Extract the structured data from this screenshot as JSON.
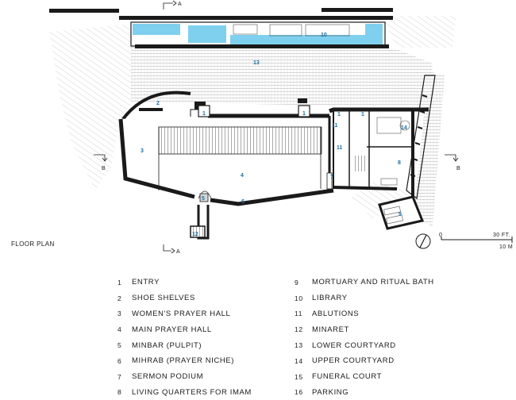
{
  "title": "FLOOR PLAN",
  "colors": {
    "ink": "#1a1a1a",
    "water": "#7fd0ee",
    "water_deep": "#38a7d6",
    "hatch": "#b3b3b3",
    "number_blue": "#1a6fa3"
  },
  "plan_labels": {
    "entry_1a": "1",
    "entry_1b": "1",
    "entry_1c": "1",
    "entry_1d": "1",
    "shoe_shelves": "2",
    "womens_hall": "3",
    "main_hall": "4",
    "minbar": "5",
    "mihrab": "6",
    "sermon_podium": "7",
    "imam_quarters": "8",
    "mortuary": "9",
    "library": "10",
    "ablutions_a": "11",
    "ablutions_b": "11",
    "minaret": "12",
    "lower_courtyard": "13",
    "upper_courtyard": "14"
  },
  "section_markers": {
    "a": "A",
    "b": "B"
  },
  "scale_bar": {
    "zero": "0",
    "feet": "30 FT.",
    "meters": "10 M"
  },
  "legend_left": [
    {
      "num": "1",
      "label": "ENTRY"
    },
    {
      "num": "2",
      "label": "SHOE SHELVES"
    },
    {
      "num": "3",
      "label": "WOMEN'S PRAYER HALL"
    },
    {
      "num": "4",
      "label": "MAIN PRAYER HALL"
    },
    {
      "num": "5",
      "label": "MINBAR (PULPIT)"
    },
    {
      "num": "6",
      "label": "MIHRAB (PRAYER NICHE)"
    },
    {
      "num": "7",
      "label": "SERMON PODIUM"
    },
    {
      "num": "8",
      "label": "LIVING QUARTERS FOR IMAM"
    }
  ],
  "legend_right": [
    {
      "num": "9",
      "label": "MORTUARY AND RITUAL BATH"
    },
    {
      "num": "10",
      "label": "LIBRARY"
    },
    {
      "num": "11",
      "label": "ABLUTIONS"
    },
    {
      "num": "12",
      "label": "MINARET"
    },
    {
      "num": "13",
      "label": "LOWER COURTYARD"
    },
    {
      "num": "14",
      "label": "UPPER COURTYARD"
    },
    {
      "num": "15",
      "label": "FUNERAL COURT"
    },
    {
      "num": "16",
      "label": "PARKING"
    }
  ]
}
